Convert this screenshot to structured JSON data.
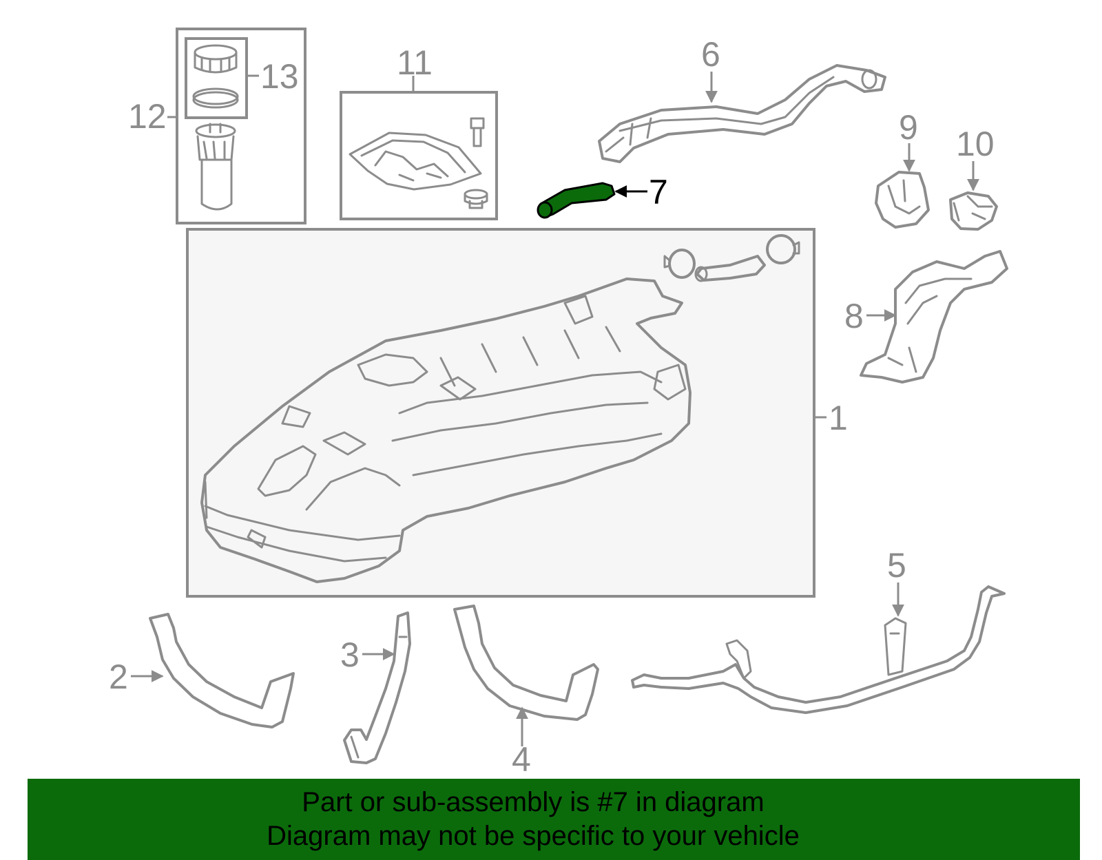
{
  "callouts": {
    "c1": "1",
    "c2": "2",
    "c3": "3",
    "c4": "4",
    "c5": "5",
    "c6": "6",
    "c7": "7",
    "c8": "8",
    "c9": "9",
    "c10": "10",
    "c11": "11",
    "c12": "12",
    "c13": "13"
  },
  "highlight": {
    "part": "7",
    "color": "#0b6b0b"
  },
  "banner": {
    "line1": "Part or sub-assembly is #7 in diagram",
    "line2": "Diagram may not be specific to your vehicle",
    "background": "#0b6b0b"
  },
  "colors": {
    "linework": "#8c8c8c",
    "box_fill": "#f6f6f6"
  }
}
